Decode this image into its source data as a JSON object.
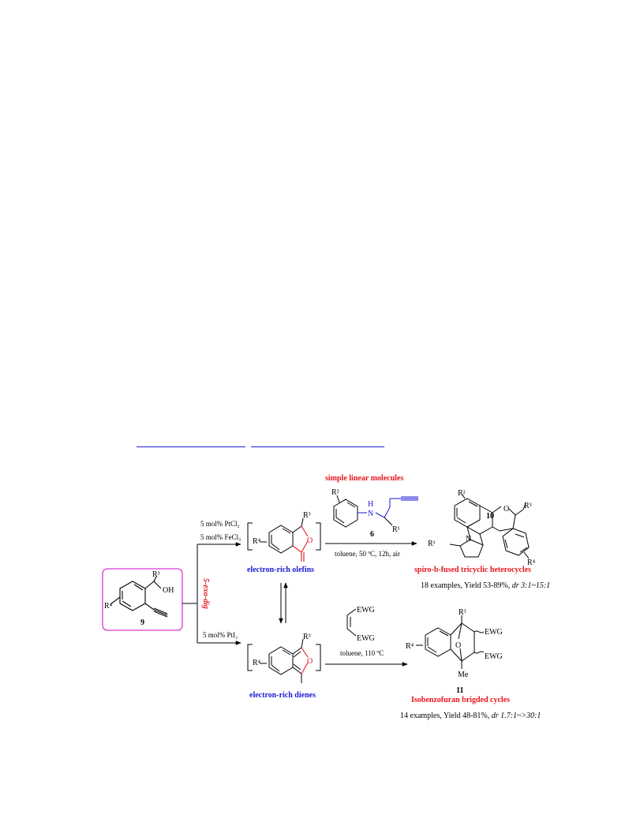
{
  "colors": {
    "red": "#e8141b",
    "blue": "#1a1ad6",
    "magenta": "#d63ad6",
    "black": "#000000"
  },
  "labels": {
    "simple_linear": "simple linear molecules",
    "compound_6": "6",
    "compound_9": "9",
    "compound_10": "10",
    "compound_11": "11",
    "electron_rich_olefins": "electron-rich olefins",
    "electron_rich_dienes": "electron-rich dienes",
    "exo_dig": "5-exo-dig",
    "spiro_title": "spiro-b-fused tricyclic heterocycles",
    "spiro_yield_plain": "18 examples, Yield 53-89%, ",
    "spiro_yield_dr": "dr 3:1~15:1",
    "iso_title": "Isobenzofuran brigded cycles",
    "iso_yield_plain": "14 examples, Yield 48-81%, ",
    "iso_yield_dr": "dr 1.7:1~>30:1"
  },
  "conditions": {
    "top_cat_1": "5 mol% PtCl₂",
    "top_cat_2": "5 mol% FeCl₃",
    "bottom_cat": "5 mol% PtI₂",
    "top_arrow": "toluene, 50 ºC, 12h, air",
    "bottom_arrow": "toluene, 110 ºC"
  },
  "atoms": {
    "oh": "OH",
    "o": "O",
    "n": "N",
    "h": "H",
    "r1": "R¹",
    "r2": "R²",
    "r3": "R³",
    "r4": "R⁴",
    "ewg": "EWG",
    "me": "Me"
  }
}
